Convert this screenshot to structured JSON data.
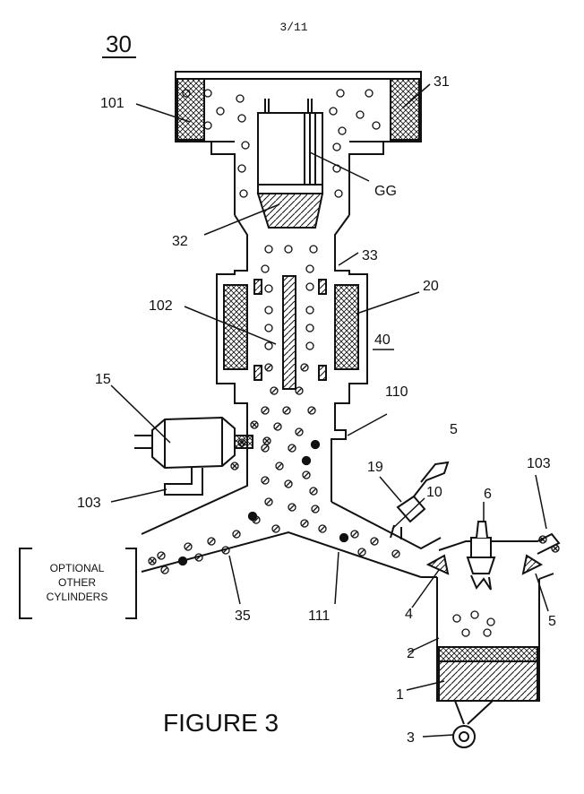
{
  "page": {
    "sheet_number": "3/11",
    "figure_title": "FIGURE 3"
  },
  "labels": {
    "l30": "30",
    "l31": "31",
    "l101": "101",
    "lGG": "GG",
    "l32": "32",
    "l33": "33",
    "l20": "20",
    "l102": "102",
    "l40": "40",
    "l15": "15",
    "l110": "110",
    "l5a": "5",
    "l19": "19",
    "l10": "10",
    "l103a": "103",
    "l6": "6",
    "l103b": "103",
    "l35": "35",
    "l111": "111",
    "l4": "4",
    "l5b": "5",
    "l2": "2",
    "l1": "1",
    "l3": "3"
  },
  "optional_box": {
    "line1": "OPTIONAL",
    "line2": "OTHER",
    "line3": "CYLINDERS"
  }
}
